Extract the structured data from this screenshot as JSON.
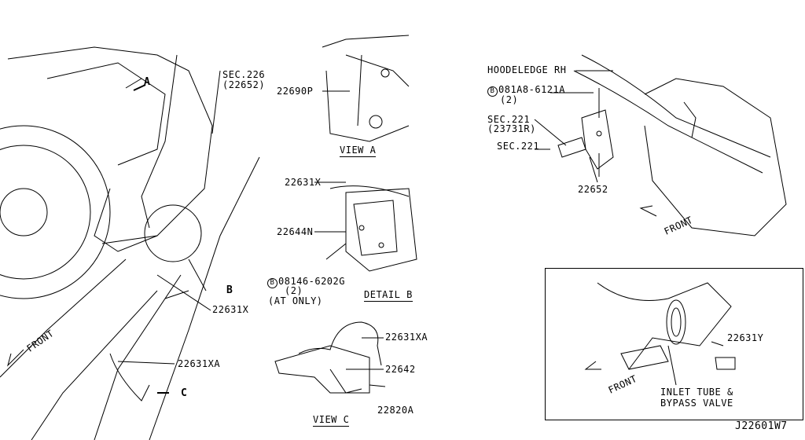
{
  "diagram": {
    "part_code": "J22601W7",
    "main_view": {
      "view_a_marker": "A",
      "sec_226": "SEC.226",
      "sec_226_part": "(22652)",
      "detail_b_marker": "B",
      "part_22631x": "22631X",
      "part_22631xa": "22631XA",
      "view_c_marker": "C",
      "front_label": "FRONT"
    },
    "view_a": {
      "title": "VIEW A",
      "part_22690p": "22690P"
    },
    "detail_b": {
      "title": "DETAIL B",
      "part_22631x": "22631X",
      "part_22644n": "22644N",
      "bolt_symbol": "B",
      "bolt": "08146-6202G",
      "bolt_qty": "(2)",
      "bolt_note": "(AT ONLY)"
    },
    "view_c": {
      "title": "VIEW C",
      "part_22631xa": "22631XA",
      "part_22642": "22642",
      "part_22820a": "22820A"
    },
    "hood_view": {
      "hoodledge": "HOODELEDGE RH",
      "bolt_symbol": "B",
      "bolt": "081A8-6121A",
      "bolt_qty": "(2)",
      "sec_221_a": "SEC.221",
      "sec_221_a_part": "(23731R)",
      "sec_221_b": "SEC.221",
      "part_22652": "22652",
      "front_label": "FRONT"
    },
    "inset": {
      "part_22631y": "22631Y",
      "inlet_line1": "INLET TUBE &",
      "inlet_line2": "BYPASS VALVE",
      "front_label": "FRONT"
    }
  }
}
